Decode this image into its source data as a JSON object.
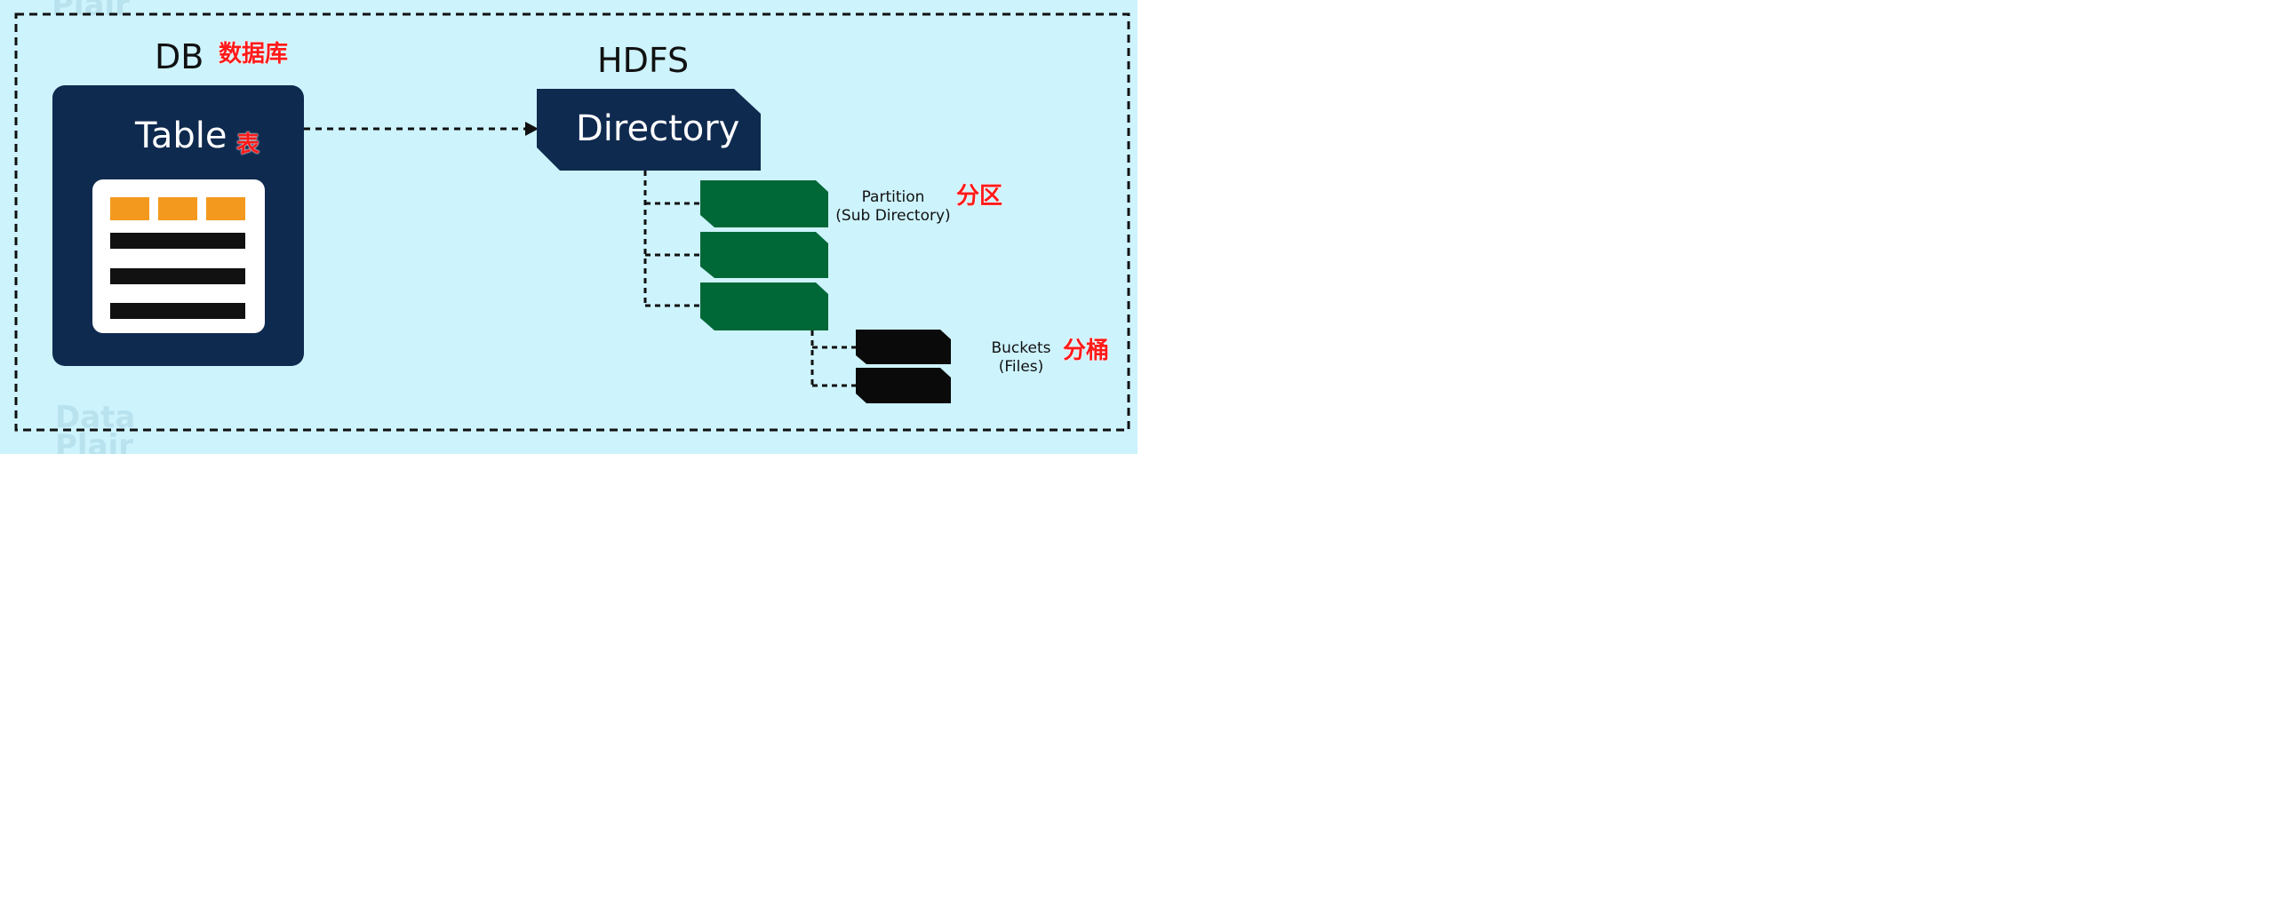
{
  "labels": {
    "db": "DB",
    "db_cn": "数据库",
    "hdfs": "HDFS",
    "table": "Table",
    "table_cn": "表",
    "directory": "Directory",
    "partition": "Partition",
    "partition_sub": "(Sub Directory)",
    "partition_cn": "分区",
    "buckets": "Buckets",
    "buckets_sub": "(Files)",
    "buckets_cn": "分桶"
  },
  "watermark": {
    "top": "Plair",
    "bottom_line1": "Data",
    "bottom_line2": "Plair"
  },
  "colors": {
    "background": "#cdf3fd",
    "navy": "#0f2a4f",
    "green": "#006837",
    "black": "#0a0a0a",
    "orange": "#f39a1e",
    "red": "#ff1a1a"
  }
}
